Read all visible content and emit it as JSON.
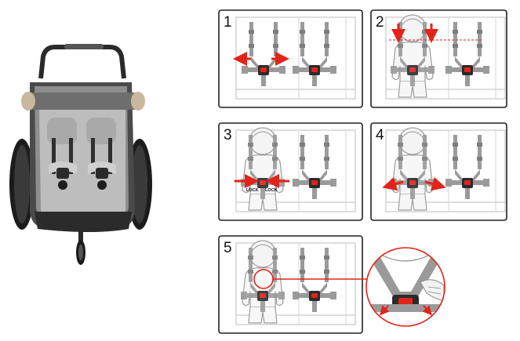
{
  "steps": [
    {
      "number": "1"
    },
    {
      "number": "2"
    },
    {
      "number": "3",
      "lock_labels": [
        "LOCK",
        "LOCK"
      ]
    },
    {
      "number": "4"
    },
    {
      "number": "5"
    }
  ],
  "colors": {
    "frame": "#1f1f1f",
    "strap": "#9a9a9a",
    "strap_dark": "#7d7d7d",
    "accent": "#e2231a",
    "panel_border": "#222222",
    "child_outline": "#9c9c9c"
  },
  "icons": [
    "double-arrow-icon",
    "down-arrow-icon",
    "inward-arrow-icon",
    "magnifier-circle-icon"
  ]
}
